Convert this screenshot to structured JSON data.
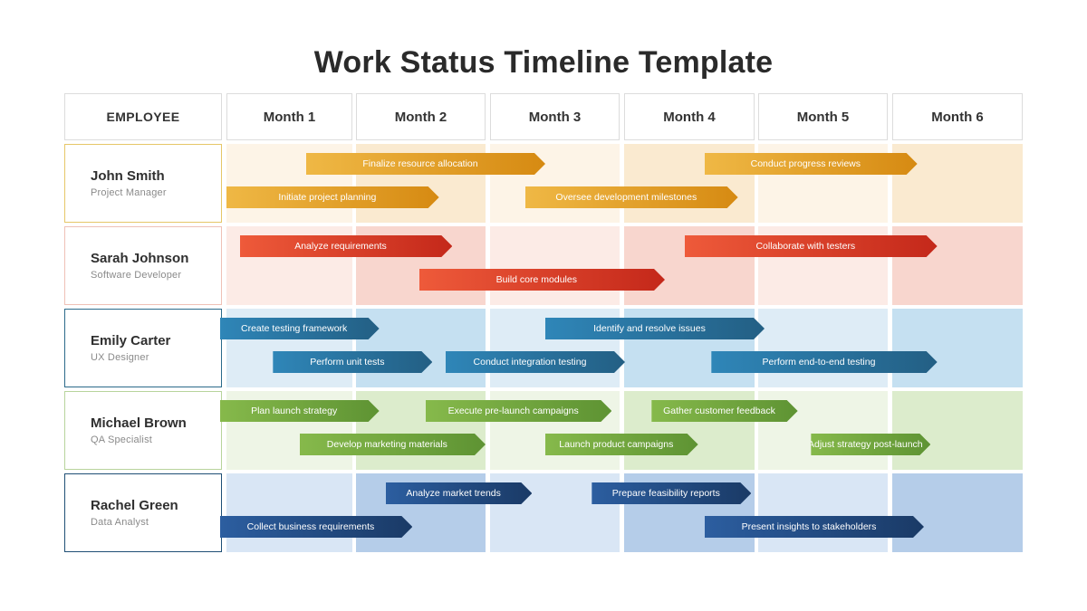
{
  "title": "Work Status Timeline Template",
  "header": {
    "employee_label": "EMPLOYEE",
    "months": [
      "Month 1",
      "Month 2",
      "Month 3",
      "Month 4",
      "Month 5",
      "Month 6"
    ]
  },
  "rows": [
    {
      "name": "John Smith",
      "role": "Project Manager",
      "colors": {
        "border": "#e6c768",
        "light": "#fdf4e7",
        "dark": "#faead0",
        "arrow_from": "#efb845",
        "arrow_to": "#d68a12"
      },
      "tasks": [
        {
          "label": "Finalize resource allocation",
          "start_month": 1.6,
          "end_month": 3.4,
          "lane": 0
        },
        {
          "label": "Conduct progress reviews",
          "start_month": 4.6,
          "end_month": 6.2,
          "lane": 0
        },
        {
          "label": "Initiate project planning",
          "start_month": 1.0,
          "end_month": 2.6,
          "lane": 1
        },
        {
          "label": "Oversee development milestones",
          "start_month": 3.25,
          "end_month": 4.85,
          "lane": 1
        }
      ]
    },
    {
      "name": "Sarah Johnson",
      "role": "Software Developer",
      "colors": {
        "border": "#efc1b6",
        "light": "#fcebe6",
        "dark": "#f8d6ce",
        "arrow_from": "#ee5a3a",
        "arrow_to": "#c4281a"
      },
      "tasks": [
        {
          "label": "Analyze requirements",
          "start_month": 1.1,
          "end_month": 2.7,
          "lane": 0
        },
        {
          "label": "Collaborate with testers",
          "start_month": 4.45,
          "end_month": 6.35,
          "lane": 0
        },
        {
          "label": "Build core modules",
          "start_month": 2.45,
          "end_month": 4.3,
          "lane": 1
        }
      ]
    },
    {
      "name": "Emily Carter",
      "role": "UX Designer",
      "colors": {
        "border": "#2b6a8a",
        "light": "#deecf6",
        "dark": "#c5e0f1",
        "arrow_from": "#2f86b8",
        "arrow_to": "#235f84"
      },
      "tasks": [
        {
          "label": "Create testing framework",
          "start_month": 0.95,
          "end_month": 2.15,
          "lane": 0
        },
        {
          "label": "Identify and resolve issues",
          "start_month": 3.4,
          "end_month": 5.05,
          "lane": 0
        },
        {
          "label": "Perform unit tests",
          "start_month": 1.35,
          "end_month": 2.55,
          "lane": 1
        },
        {
          "label": "Conduct integration testing",
          "start_month": 2.65,
          "end_month": 4.0,
          "lane": 1
        },
        {
          "label": "Perform end-to-end testing",
          "start_month": 4.65,
          "end_month": 6.35,
          "lane": 1
        }
      ]
    },
    {
      "name": "Michael Brown",
      "role": "QA Specialist",
      "colors": {
        "border": "#b8d49c",
        "light": "#eef5e6",
        "dark": "#dceccc",
        "arrow_from": "#86b94b",
        "arrow_to": "#5e9333"
      },
      "tasks": [
        {
          "label": "Plan launch strategy",
          "start_month": 0.95,
          "end_month": 2.15,
          "lane": 0
        },
        {
          "label": "Execute pre-launch campaigns",
          "start_month": 2.5,
          "end_month": 3.9,
          "lane": 0
        },
        {
          "label": "Gather customer feedback",
          "start_month": 4.2,
          "end_month": 5.3,
          "lane": 0
        },
        {
          "label": "Develop marketing materials",
          "start_month": 1.55,
          "end_month": 2.95,
          "lane": 1
        },
        {
          "label": "Launch product campaigns",
          "start_month": 3.4,
          "end_month": 4.55,
          "lane": 1
        },
        {
          "label": "Adjust strategy post-launch",
          "start_month": 5.4,
          "end_month": 6.3,
          "lane": 1
        }
      ]
    },
    {
      "name": "Rachel Green",
      "role": "Data Analyst",
      "colors": {
        "border": "#1f4f75",
        "light": "#d9e6f5",
        "dark": "#b5cde9",
        "arrow_from": "#2c5ea0",
        "arrow_to": "#1a3a66"
      },
      "tasks": [
        {
          "label": "Analyze market trends",
          "start_month": 2.2,
          "end_month": 3.3,
          "lane": 0
        },
        {
          "label": "Prepare feasibility reports",
          "start_month": 3.75,
          "end_month": 4.95,
          "lane": 0
        },
        {
          "label": "Collect business requirements",
          "start_month": 0.95,
          "end_month": 2.4,
          "lane": 1
        },
        {
          "label": "Present insights to stakeholders",
          "start_month": 4.6,
          "end_month": 6.25,
          "lane": 1
        }
      ]
    }
  ]
}
